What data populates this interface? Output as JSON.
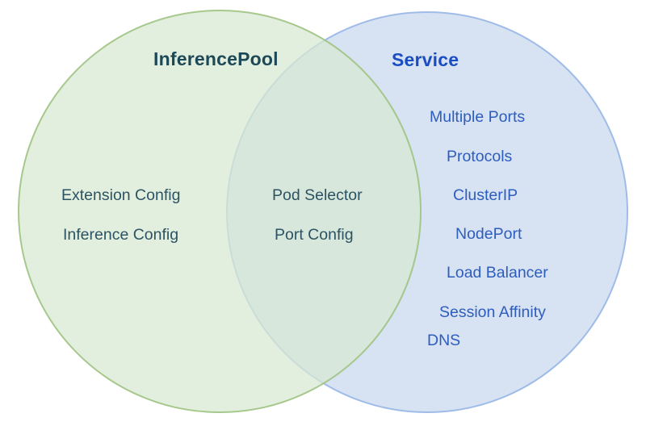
{
  "colors": {
    "background": "#ffffff",
    "left_circle_fill": "#d8e9d1",
    "left_circle_stroke": "#9fc382",
    "right_circle_fill": "#d7e2f3",
    "right_circle_stroke": "#9fbce8",
    "left_title_text": "#1d4858",
    "left_item_text": "#2c5363",
    "right_title_text": "#1a4dc2",
    "right_item_text": "#2d5dbd"
  },
  "diagram": {
    "type": "venn",
    "left": {
      "title": "InferencePool",
      "items": [
        "Extension Config",
        "Inference Config"
      ]
    },
    "intersection": {
      "items": [
        "Pod Selector",
        "Port Config"
      ]
    },
    "right": {
      "title": "Service",
      "items": [
        "Multiple Ports",
        "Protocols",
        "ClusterIP",
        "NodePort",
        "Load Balancer",
        "Session Affinity",
        "DNS"
      ]
    }
  }
}
